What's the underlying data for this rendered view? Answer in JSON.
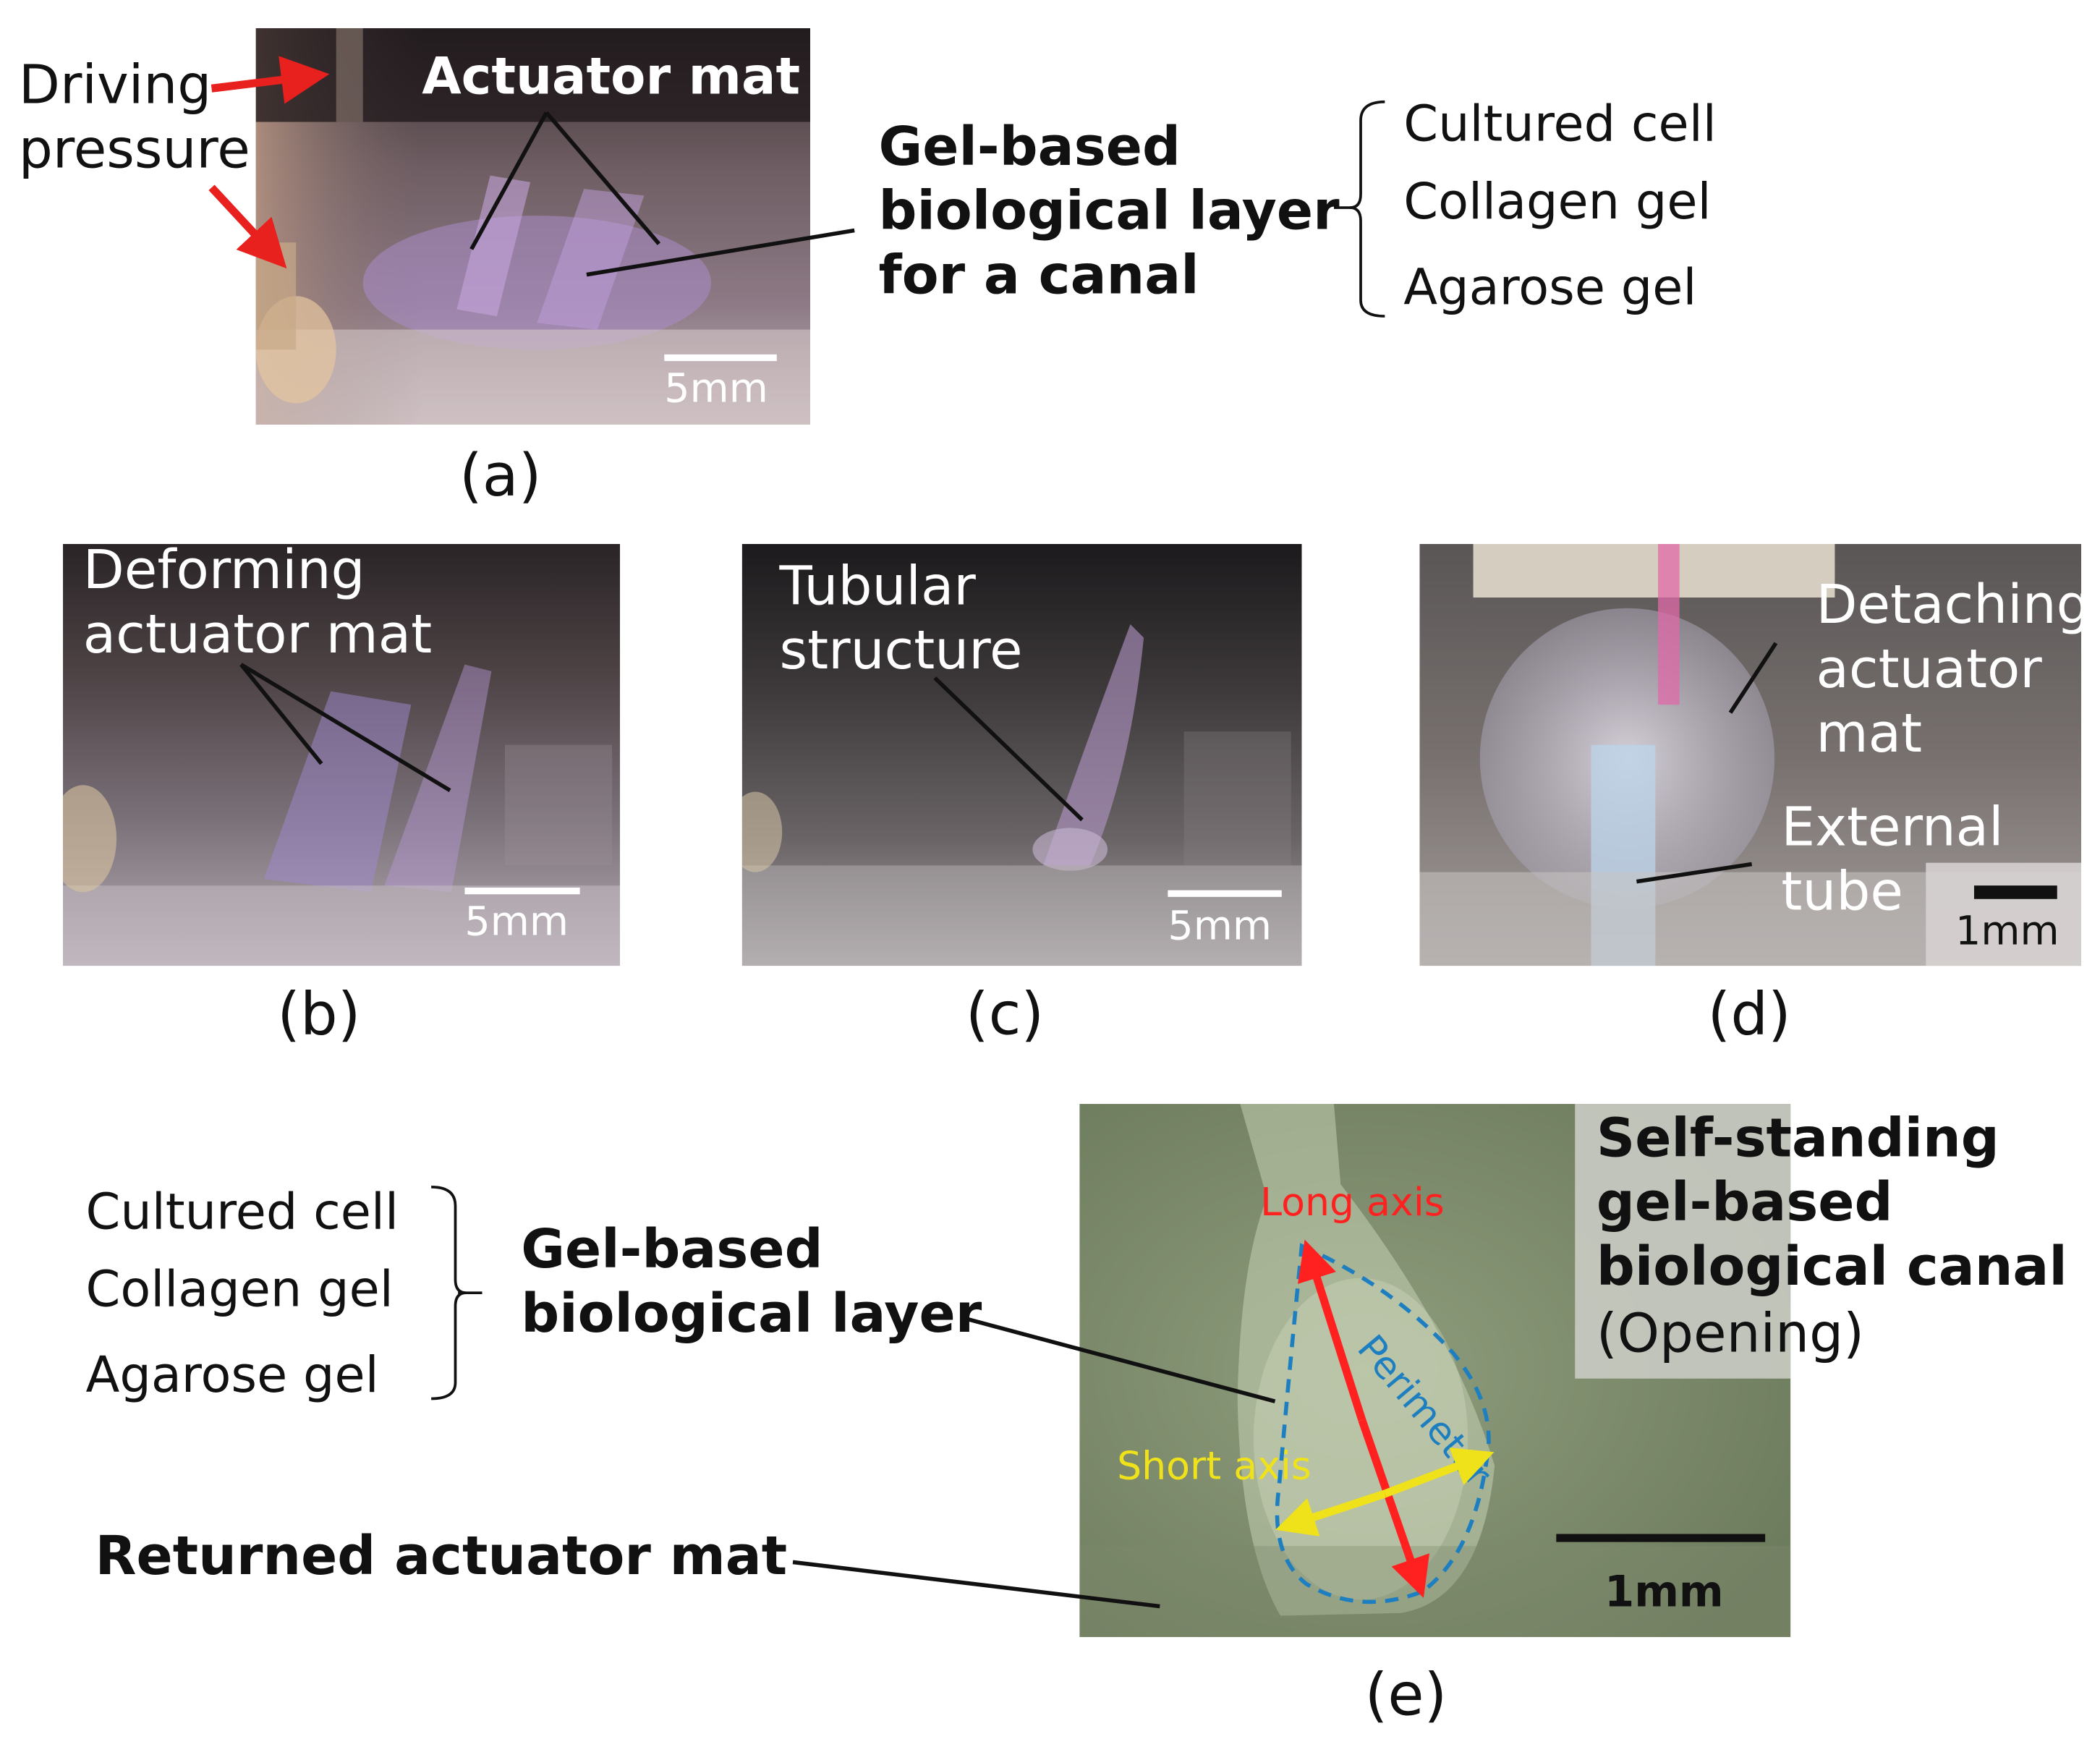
{
  "panels": {
    "a": {
      "caption": "(a)",
      "label_driving": "Driving",
      "label_pressure": "pressure",
      "label_actuator": "Actuator mat",
      "label_gel_1": "Gel-based",
      "label_gel_2": "biological layer",
      "label_gel_3": "for a canal",
      "scale_bar": "5mm",
      "layers": [
        "Cultured cell",
        "Collagen gel",
        "Agarose gel"
      ]
    },
    "b": {
      "caption": "(b)",
      "label_1": "Deforming",
      "label_2": "actuator mat",
      "scale_bar": "5mm"
    },
    "c": {
      "caption": "(c)",
      "label_1": "Tubular",
      "label_2": "structure",
      "scale_bar": "5mm"
    },
    "d": {
      "caption": "(d)",
      "label_detach_1": "Detaching",
      "label_detach_2": "actuator",
      "label_detach_3": "mat",
      "label_tube_1": "External",
      "label_tube_2": "tube",
      "scale_bar": "1mm"
    },
    "e": {
      "caption": "(e)",
      "layers": [
        "Cultured cell",
        "Collagen gel",
        "Agarose gel"
      ],
      "label_gel_1": "Gel-based",
      "label_gel_2": "biological layer",
      "label_returned": "Returned actuator mat",
      "label_long_axis": "Long axis",
      "label_short_axis": "Short axis",
      "label_perimeter": "Perimeter",
      "label_canal_1": "Self-standing",
      "label_canal_2": "gel-based",
      "label_canal_3": "biological canal",
      "label_canal_4": "(Opening)",
      "scale_bar": "1mm"
    }
  },
  "colors": {
    "arrow_red": "#e8201e",
    "long_axis": "#ff2020",
    "short_axis": "#f0e21a",
    "perimeter": "#1e7fc0"
  }
}
